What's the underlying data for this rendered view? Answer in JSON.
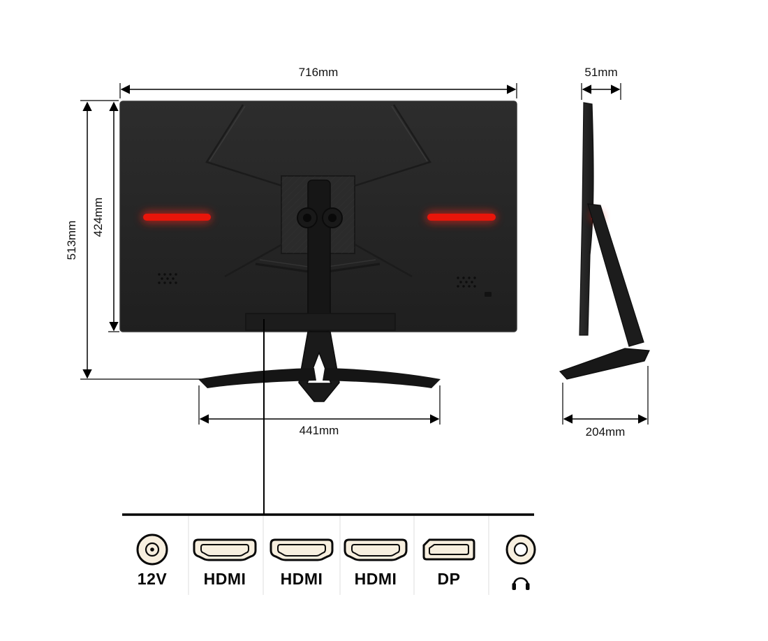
{
  "diagram_title": "monitor-dimension-diagram",
  "dimensions": {
    "width": "716mm",
    "depth": "51mm",
    "height": "513mm",
    "panel_height": "424mm",
    "stand_width": "441mm",
    "base_depth": "204mm"
  },
  "ports": {
    "items": [
      {
        "label": "12V",
        "type": "dc-power-jack"
      },
      {
        "label": "HDMI",
        "type": "hdmi-connector"
      },
      {
        "label": "HDMI",
        "type": "hdmi-connector"
      },
      {
        "label": "HDMI",
        "type": "hdmi-connector"
      },
      {
        "label": "DP",
        "type": "displayport-connector"
      },
      {
        "label": "",
        "type": "headphone-jack"
      }
    ]
  },
  "colors": {
    "monitor_body": "#262626",
    "accent_red": "#e8150a",
    "dimension_line": "#000000",
    "connector_fill": "#f7efdf"
  }
}
